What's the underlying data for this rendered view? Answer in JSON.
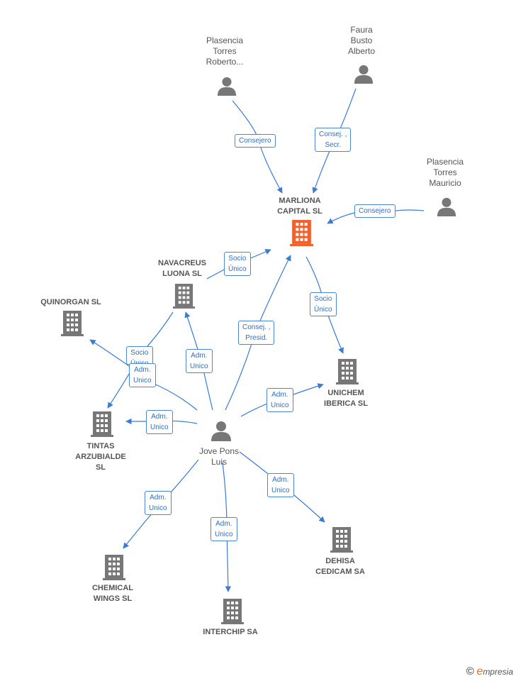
{
  "nodes": {
    "plasencia_roberto": {
      "label": "Plasencia\nTorres\nRoberto..."
    },
    "faura": {
      "label": "Faura\nBusto\nAlberto"
    },
    "plasencia_mauricio": {
      "label": "Plasencia\nTorres\nMauricio"
    },
    "marliona": {
      "label": "MARLIONA\nCAPITAL  SL"
    },
    "navacreus": {
      "label": "NAVACREUS\nLUONA SL"
    },
    "quinorgan": {
      "label": "QUINORGAN SL"
    },
    "unichem": {
      "label": "UNICHEM\nIBERICA  SL"
    },
    "tintas": {
      "label": "TINTAS\nARZUBIALDE\nSL"
    },
    "jove": {
      "label": "Jove Pons\nLuis"
    },
    "chemical": {
      "label": "CHEMICAL\nWINGS  SL"
    },
    "dehisa": {
      "label": "DEHISA\nCEDICAM SA"
    },
    "interchip": {
      "label": "INTERCHIP SA"
    }
  },
  "edges": {
    "e1": "Consejero",
    "e2": "Consej. ,\nSecr.",
    "e3": "Consejero",
    "e4": "Socio\nÚnico",
    "e5": "Socio\nÚnico",
    "e6": "Consej. ,\nPresid.",
    "e7": "Adm.\nUnico",
    "e8": "Socio\nÚnico",
    "e9": "Adm.\nUnico",
    "e10": "Adm.\nUnico",
    "e11": "Adm.\nUnico",
    "e12": "Adm.\nUnico",
    "e13": "Adm.\nUnico",
    "e14": "Adm.\nUnico"
  },
  "colors": {
    "edge": "#3a7bd5",
    "icon": "#777777",
    "focus": "#f0612d"
  },
  "footer": {
    "symbol": "©",
    "brand_initial": "e",
    "brand_rest": "mpresia"
  }
}
